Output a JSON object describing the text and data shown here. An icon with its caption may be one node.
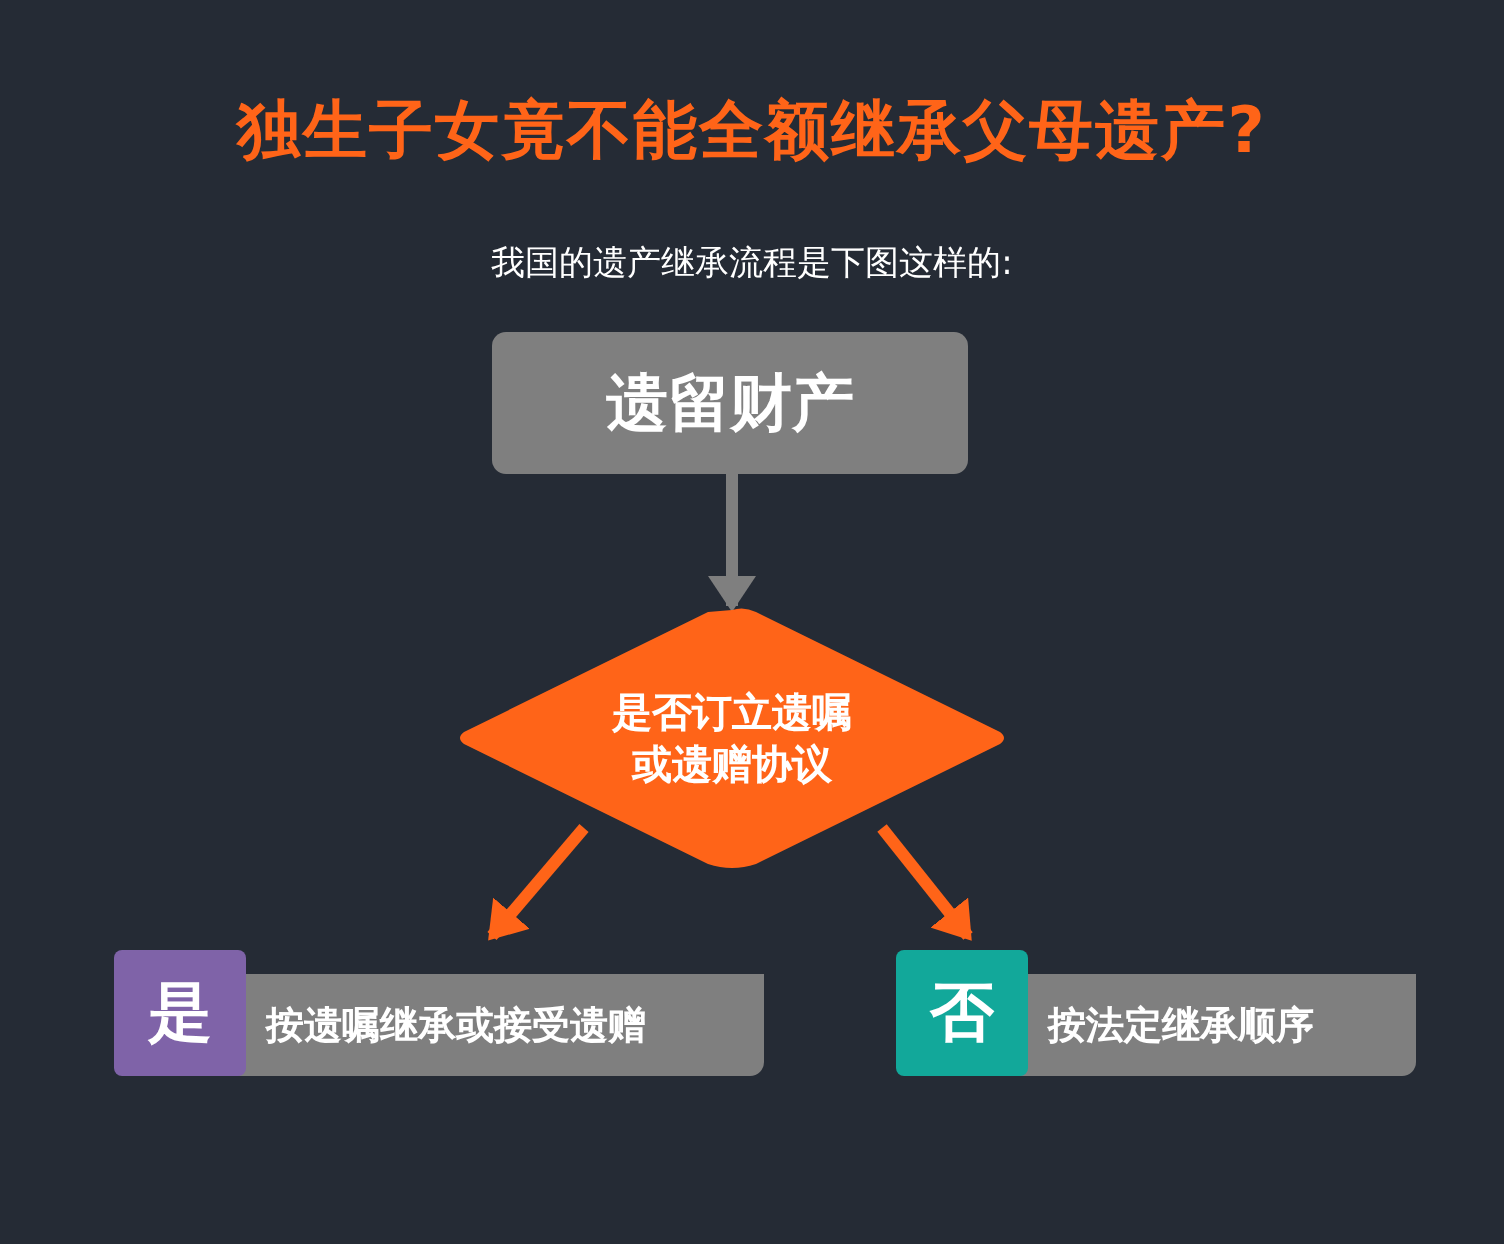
{
  "diagram": {
    "title": "独生子女竟不能全额继承父母遗产?",
    "nodes": [
      {
        "text": [
          "遗留财产"
        ]
      },
      {
        "text": [
          "是否订立遗嘱或遗赠协议"
        ]
      },
      {
        "text": [
          "是",
          "按遗嘱继承或接受遗赠"
        ]
      },
      {
        "text": [
          "否",
          "按法定继承顺序"
        ]
      }
    ],
    "edges": [
      {
        "from": 0,
        "to": 1,
        "arrow": "to",
        "color": "#7f7f7f"
      },
      {
        "from": 1,
        "to": 2,
        "arrow": "to"
      },
      {
        "from": 1,
        "to": 3,
        "arrow": "to"
      }
    ],
    "labels": [
      "我国的遗产继承流程是下图这样的:"
    ]
  }
}
